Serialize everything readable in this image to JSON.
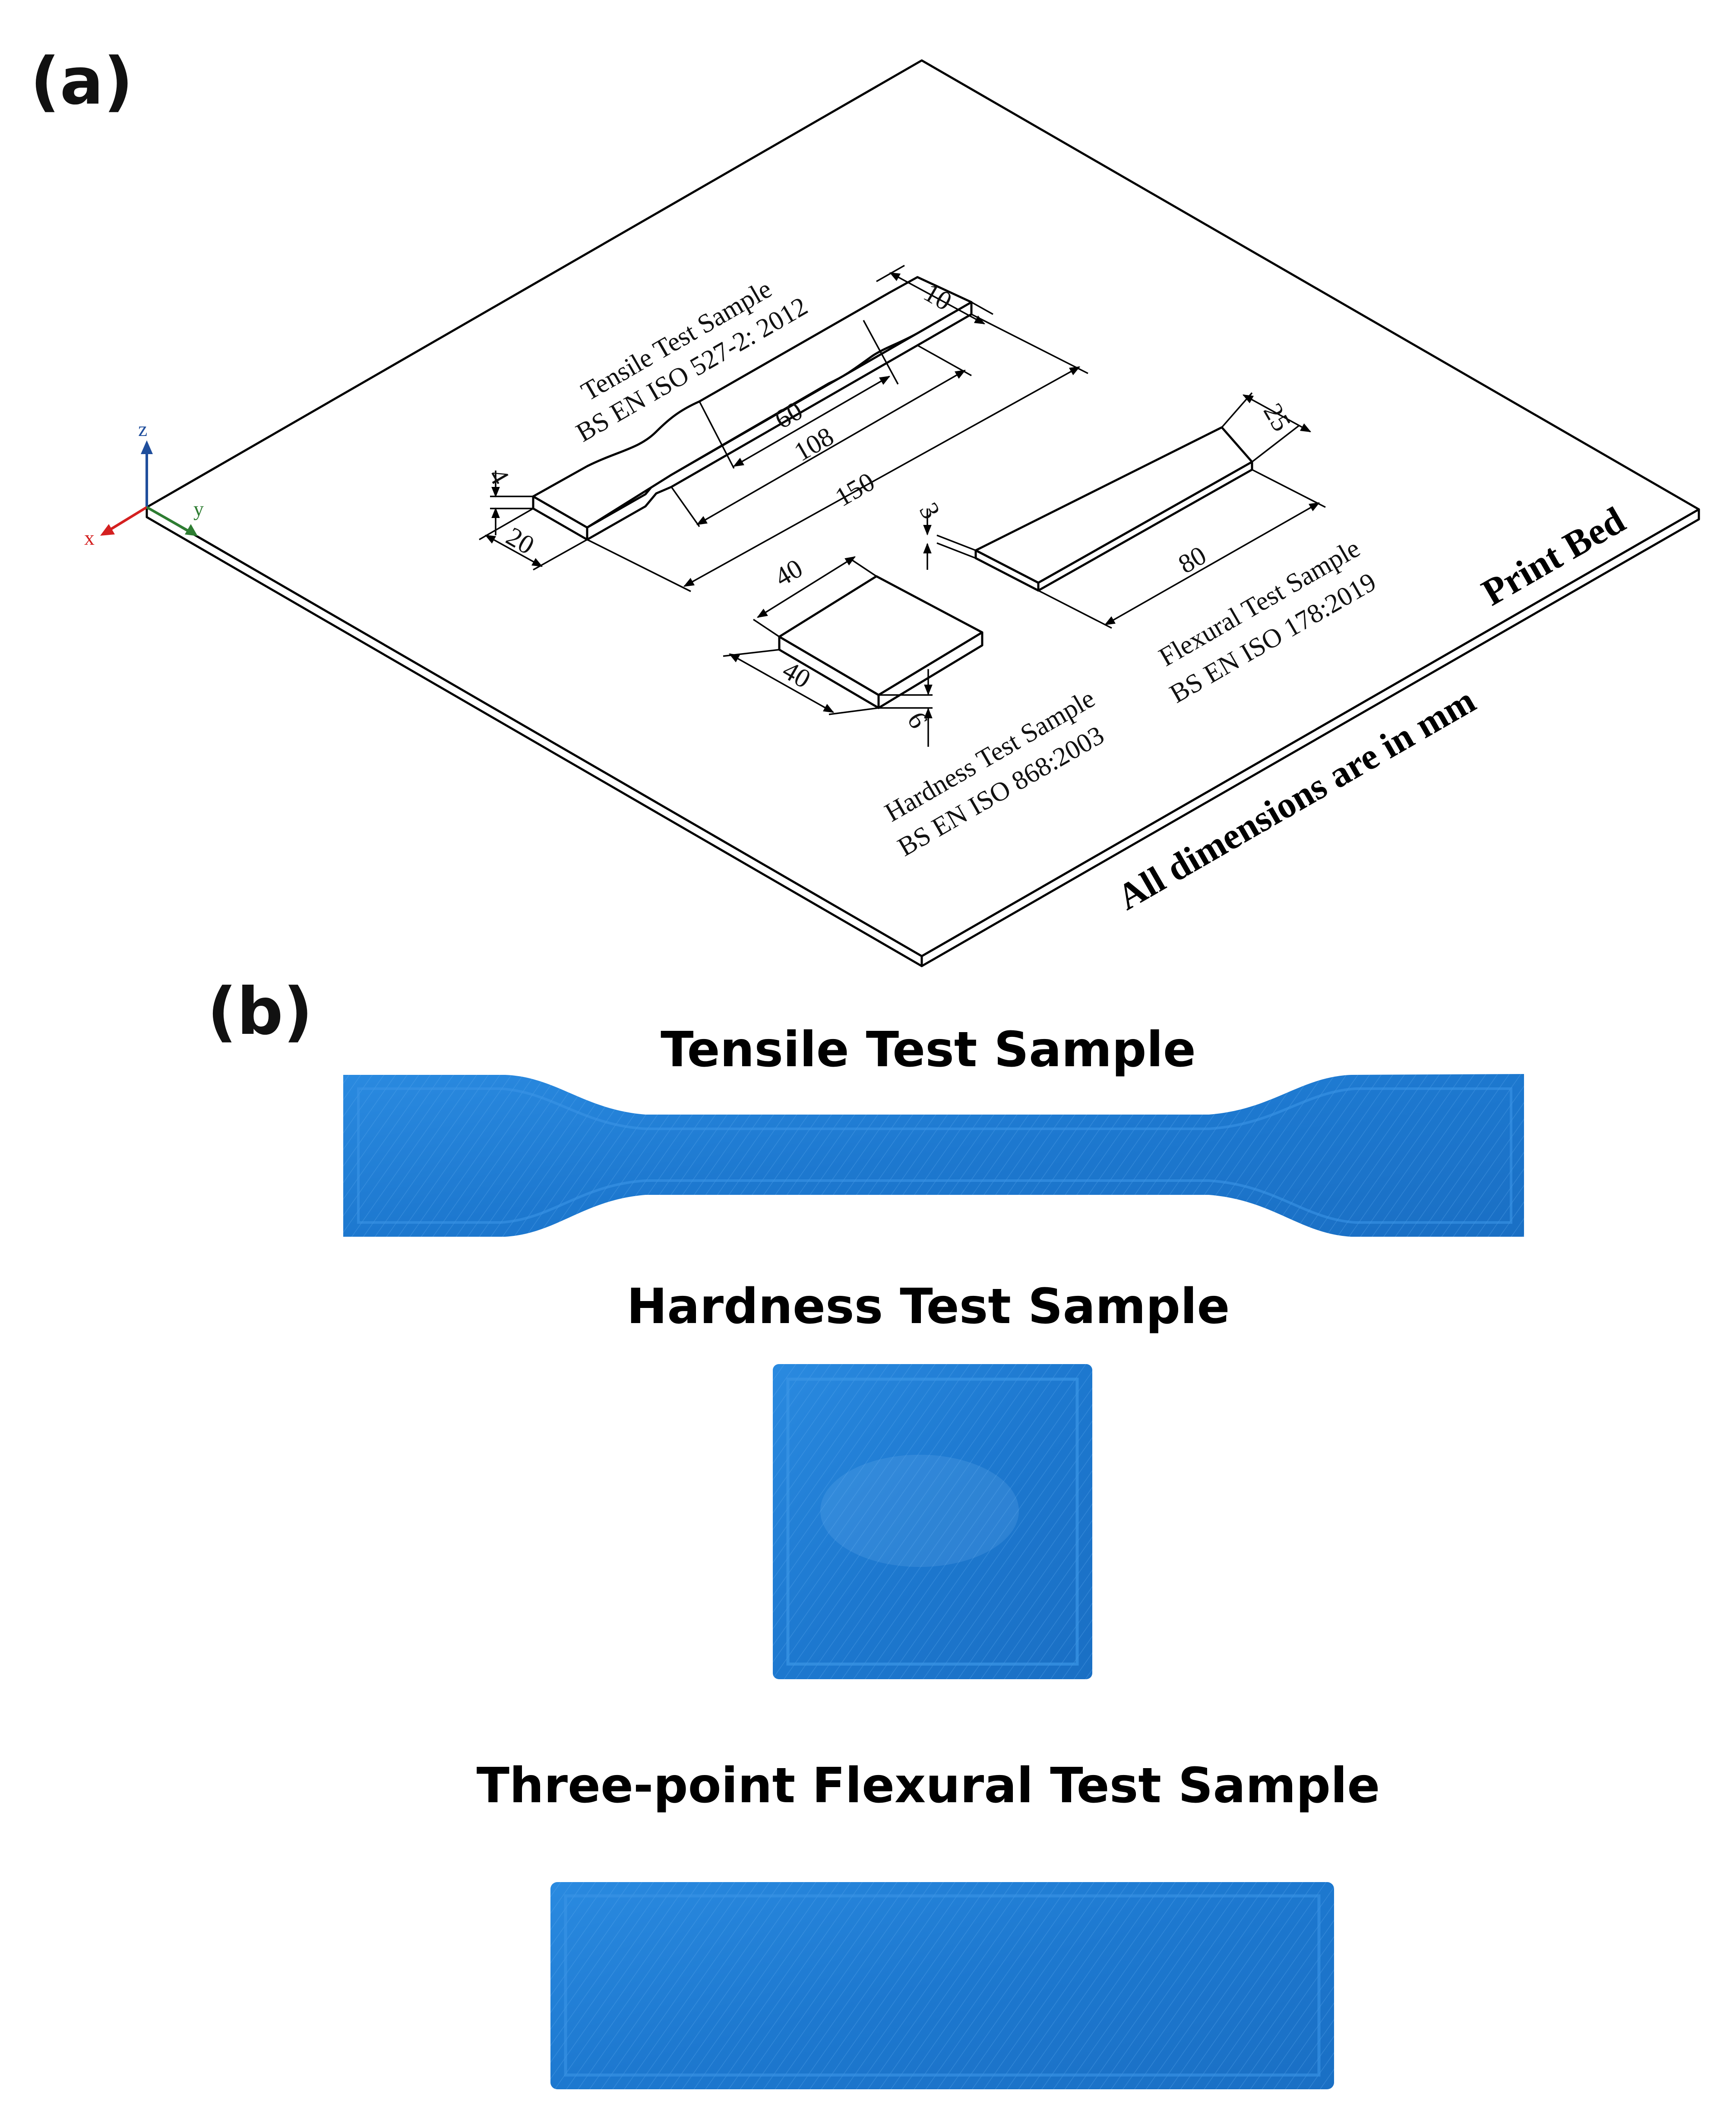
{
  "panel_a": {
    "label": "(a)",
    "tensile_title": "Tensile Test Sample",
    "tensile_standard": "BS EN ISO 527-2: 2012",
    "hardness_title": "Hardness Test Sample",
    "hardness_standard": "BS EN ISO 868:2003",
    "flexural_title": "Flexural Test Sample",
    "flexural_standard": "BS EN ISO 178:2019",
    "print_bed_label": "Print Bed",
    "units_note": "All dimensions are in mm",
    "axes": {
      "x": "x",
      "y": "y",
      "z": "z"
    },
    "dimensions": {
      "tensile_grip_width": "10",
      "tensile_gauge_length": "60",
      "tensile_mid_length": "108",
      "tensile_overall_length": "150",
      "tensile_thickness": "4",
      "tensile_end_width": "20",
      "flexural_width": "25",
      "flexural_thickness": "3",
      "flexural_length": "80",
      "hardness_length": "40",
      "hardness_width": "40",
      "hardness_thickness": "6"
    },
    "colors": {
      "axis_x": "#d42020",
      "axis_y": "#2e7d32",
      "axis_z": "#1f4e9c"
    }
  },
  "panel_b": {
    "label": "(b)",
    "tensile_title": "Tensile Test Sample",
    "hardness_title": "Hardness Test Sample",
    "flexural_title": "Three-point Flexural Test Sample",
    "sample_color": "#1e7fd2"
  }
}
